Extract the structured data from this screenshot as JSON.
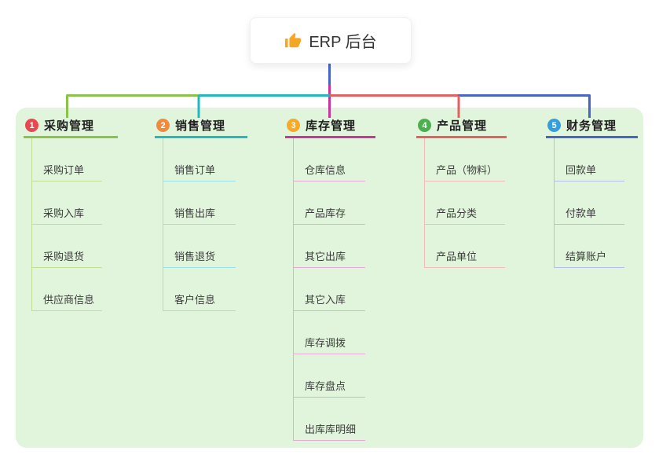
{
  "root": {
    "label": "ERP 后台",
    "icon": "thumbs-up-icon"
  },
  "canvas": {
    "panel_color": "#e1f5dc",
    "background": "#ffffff"
  },
  "branches": [
    {
      "badge": "1",
      "label": "采购管理",
      "badge_color": "#e8484f",
      "line_color": "#8bc34a",
      "light_color": "#c3dd99",
      "items": [
        "采购订单",
        "采购入库",
        "采购退货",
        "供应商信息"
      ]
    },
    {
      "badge": "2",
      "label": "销售管理",
      "badge_color": "#f08b3e",
      "line_color": "#22b8c2",
      "light_color": "#9edfe3",
      "items": [
        "销售订单",
        "销售出库",
        "销售退货",
        "客户信息"
      ]
    },
    {
      "badge": "3",
      "label": "库存管理",
      "badge_color": "#f7a928",
      "line_color": "#c8359f",
      "light_color": "#e5abd4",
      "items": [
        "仓库信息",
        "产品库存",
        "其它出库",
        "其它入库",
        "库存调拨",
        "库存盘点",
        "出库库明细"
      ]
    },
    {
      "badge": "4",
      "label": "产品管理",
      "badge_color": "#4caf50",
      "line_color": "#e66060",
      "light_color": "#f2bcbc",
      "items": [
        "产品（物料）",
        "产品分类",
        "产品单位"
      ]
    },
    {
      "badge": "5",
      "label": "财务管理",
      "badge_color": "#33a0dd",
      "line_color": "#4565c9",
      "light_color": "#b2c0e9",
      "items": [
        "回款单",
        "付款单",
        "结算账户"
      ]
    }
  ]
}
